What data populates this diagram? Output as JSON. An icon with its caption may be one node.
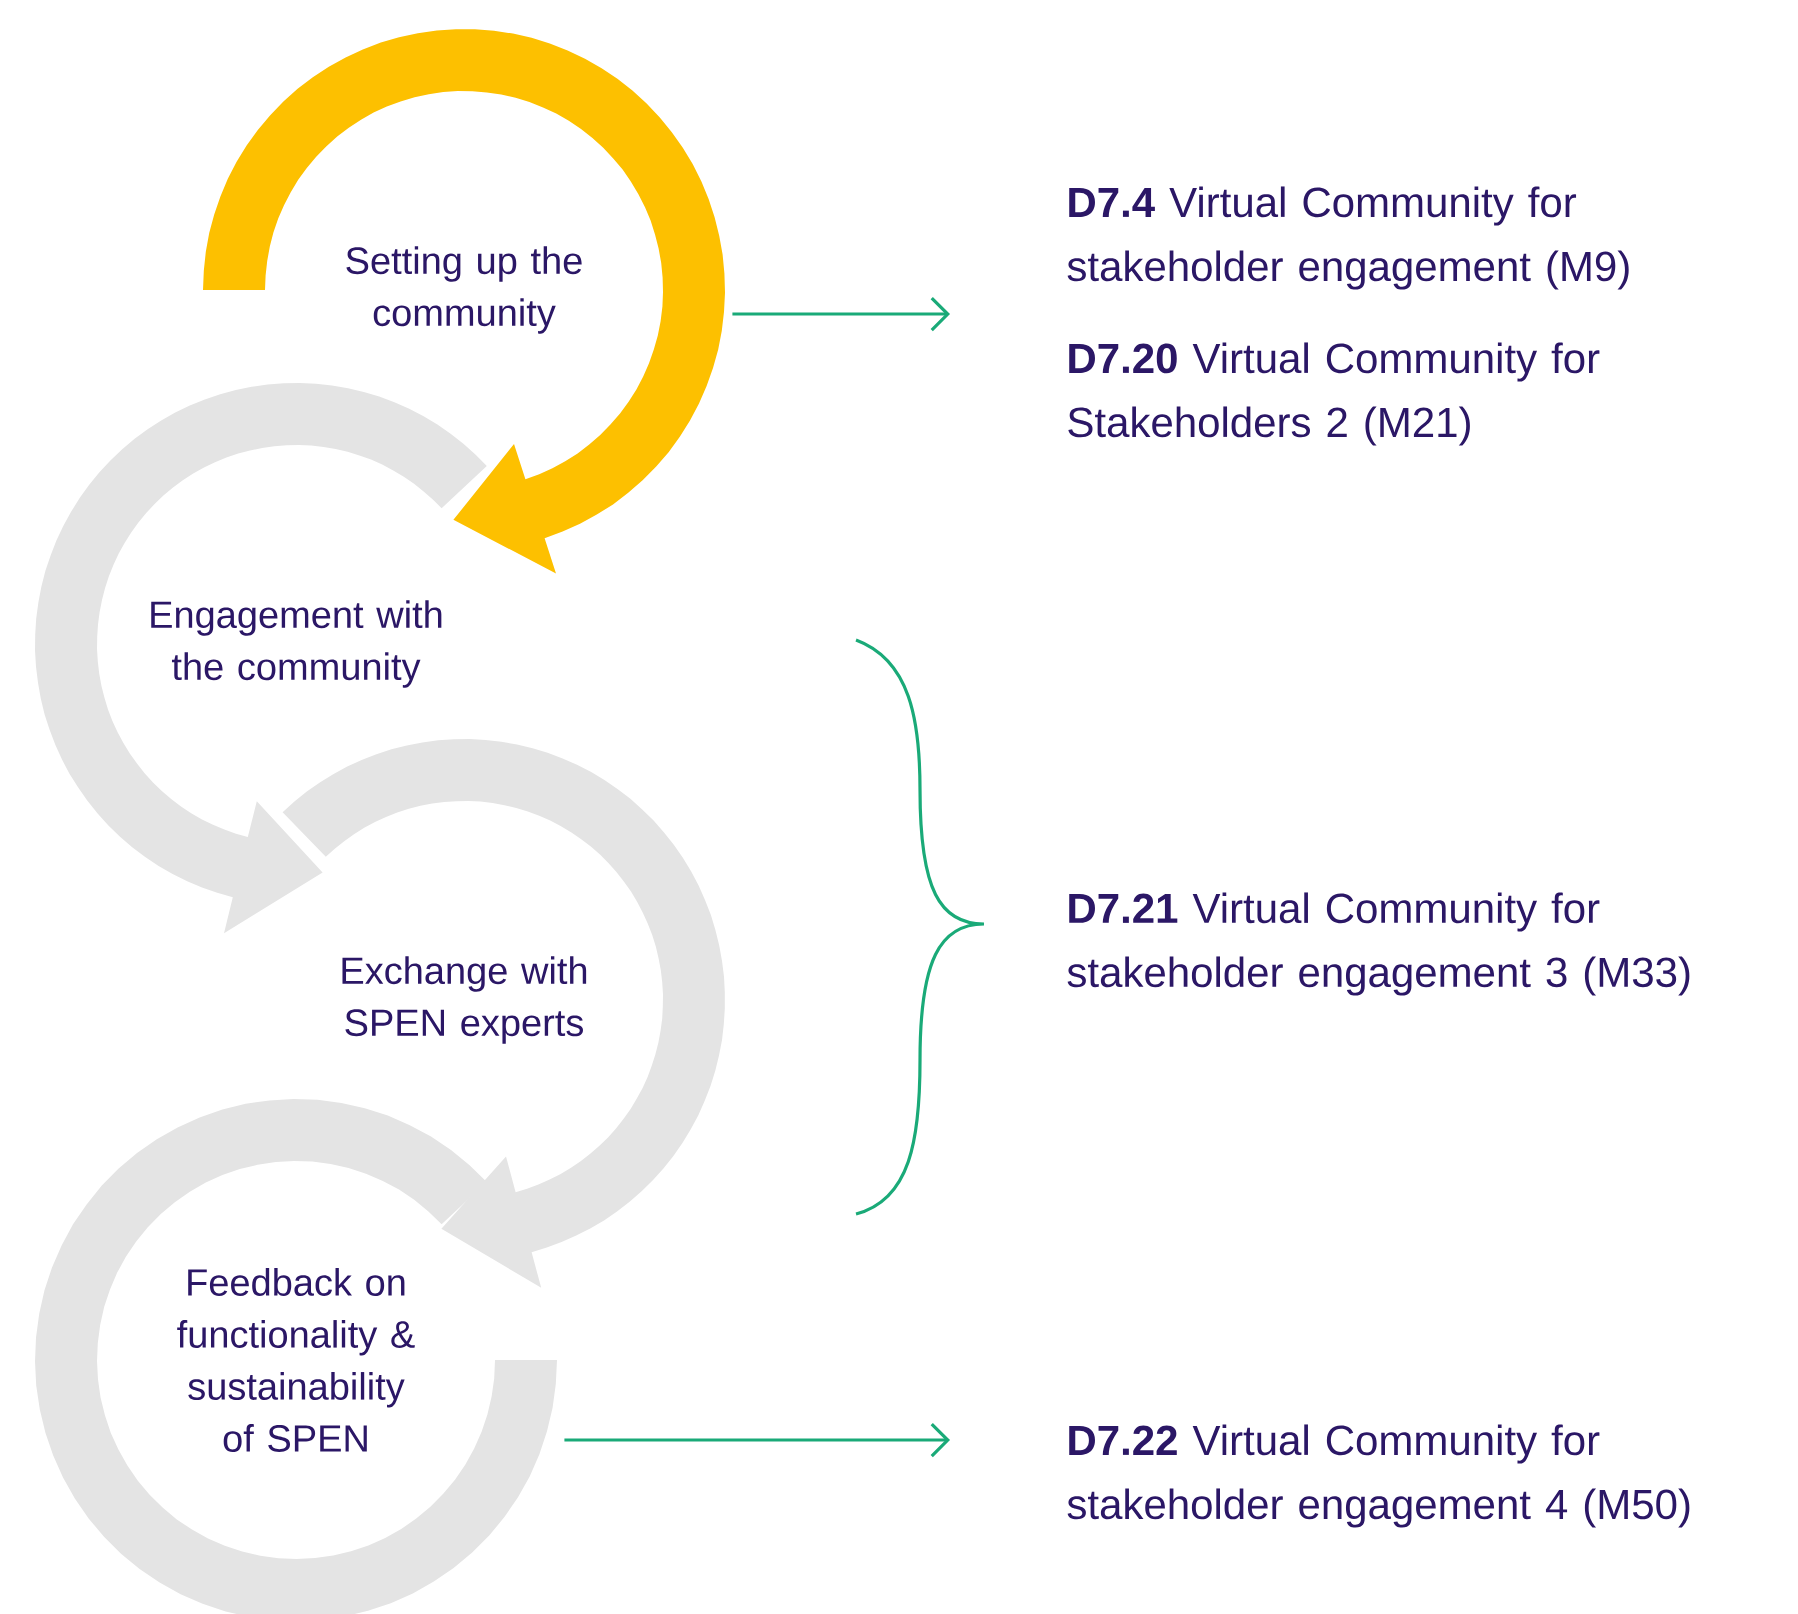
{
  "diagram": {
    "nodes": [
      {
        "text": [
          "Setting up the community"
        ]
      },
      {
        "text": [
          "Engagement with the community"
        ]
      },
      {
        "text": [
          "Exchange with SPEN experts"
        ]
      },
      {
        "text": [
          "Feedback on functionality & sustainability of SPEN"
        ]
      },
      {
        "text": [
          "**D7.4** Virtual Community for stakeholder engagement (M9)",
          "**D7.20** Virtual Community for Stakeholders 2 (M21)"
        ]
      },
      {
        "text": [
          "**D7.21** Virtual Community for stakeholder engagement 3 (M33)"
        ]
      },
      {
        "text": [
          "**D7.22** Virtual Community for stakeholder engagement 4 (M50)"
        ]
      }
    ],
    "edges": [
      {
        "from": 0,
        "to": 4,
        "arrow": "to"
      },
      {
        "from": 3,
        "to": 6,
        "arrow": "to"
      }
    ]
  }
}
